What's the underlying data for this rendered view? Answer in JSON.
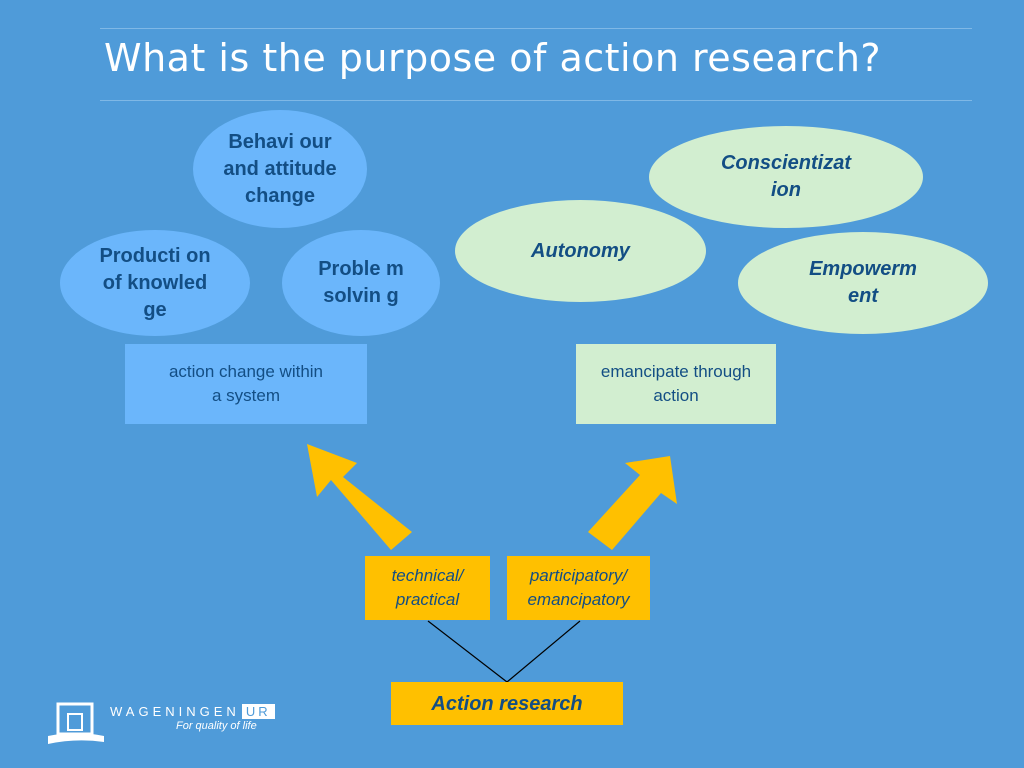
{
  "slide": {
    "title": "What is the purpose of action research?"
  },
  "left_cluster": {
    "behaviour": "Behavi our and attitude change",
    "production": "Producti on of knowled ge",
    "problem": "Proble m solvin g",
    "box": "action change within a system"
  },
  "right_cluster": {
    "conscientization": "Conscientizat ion",
    "autonomy": "Autonomy",
    "empowerment": "Empowerm ent",
    "box": "emancipate through action"
  },
  "bottom": {
    "technical": "technical/ practical",
    "participatory": "participatory/ emancipatory",
    "action_research": "Action research"
  },
  "footer": {
    "brand": "WAGENINGEN",
    "brand_suffix": "UR",
    "tagline": "For quality of life"
  },
  "colors": {
    "background": "#4f9bd9",
    "blue_shape": "#6bb6fb",
    "green_shape": "#d2eed0",
    "yellow": "#ffc000",
    "text": "#134e84"
  }
}
